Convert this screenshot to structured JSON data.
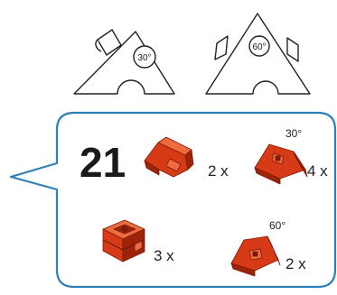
{
  "diagrams": [
    {
      "angle_label": "30°"
    },
    {
      "angle_label": "60°"
    }
  ],
  "step": {
    "number": "21",
    "parts": [
      {
        "name": "red-building-block-v-shape",
        "qty": "2 x",
        "angle": ""
      },
      {
        "name": "red-30-degree-wedge-block",
        "qty": "4 x",
        "angle": "30°"
      },
      {
        "name": "red-building-block-square",
        "qty": "3 x",
        "angle": ""
      },
      {
        "name": "red-60-degree-wedge-block",
        "qty": "2 x",
        "angle": "60°"
      }
    ]
  },
  "colors": {
    "callout_border": "#2e7fb4",
    "part_red": "#d63a17",
    "part_red_dark": "#9e2409",
    "part_red_light": "#ee6a3f",
    "outline": "#222222"
  }
}
